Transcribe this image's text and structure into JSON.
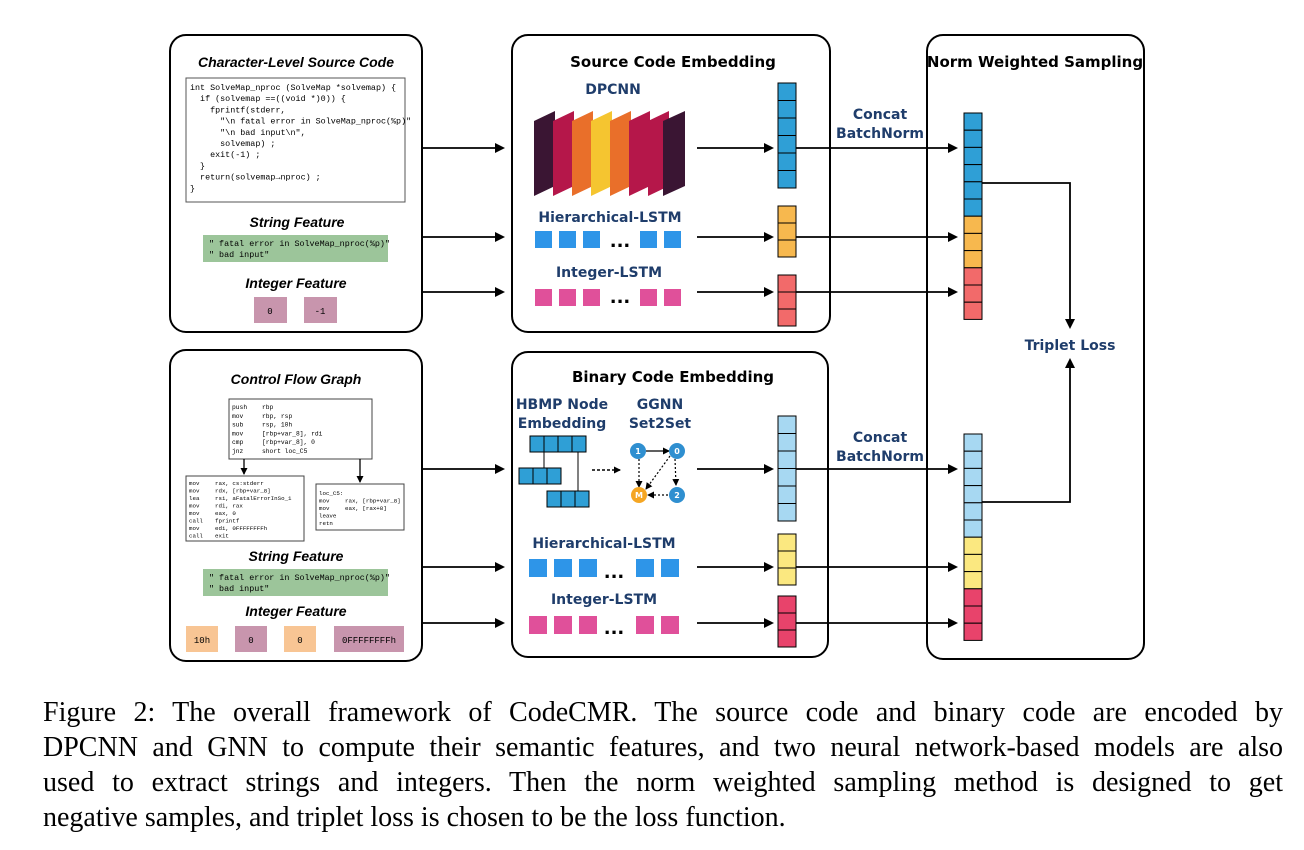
{
  "left_panels": {
    "source": {
      "title": "Character-Level Source Code",
      "code_lines": [
        "int SolveMap_nproc (SolveMap *solvemap) {",
        "  if (solvemap ==((void *)0)) {",
        "    fprintf(stderr,",
        "      \"\\n fatal error in SolveMap_nproc(%p)\"",
        "      \"\\n bad input\\n\",",
        "      solvemap) ;",
        "    exit(-1) ;",
        "  }",
        "  return(solvemap→nproc) ;",
        "}"
      ],
      "string_title": "String Feature",
      "string_lines": [
        "\" fatal error in SolveMap_nproc(%p)\"",
        "\" bad input\""
      ],
      "integer_title": "Integer Feature",
      "integers": [
        "0",
        "-1"
      ]
    },
    "binary": {
      "title": "Control Flow Graph",
      "cfg_top": [
        [
          "push",
          "rbp"
        ],
        [
          "mov",
          "rbp, rsp"
        ],
        [
          "sub",
          "rsp, 10h"
        ],
        [
          "mov",
          "[rbp+var_8], rdi"
        ],
        [
          "cmp",
          "[rbp+var_8], 0"
        ],
        [
          "jnz",
          "short loc_C5"
        ]
      ],
      "cfg_left": [
        [
          "mov",
          "rax, cs:stderr"
        ],
        [
          "mov",
          "rdx, [rbp+var_8]"
        ],
        [
          "lea",
          "rsi, aFatalErrorInSo_1"
        ],
        [
          "mov",
          "rdi, rax"
        ],
        [
          "mov",
          "eax, 0"
        ],
        [
          "call",
          "fprintf"
        ],
        [
          "mov",
          "edi, 0FFFFFFFFh"
        ],
        [
          "call",
          "exit"
        ]
      ],
      "cfg_right": [
        [
          "loc_C5:",
          ""
        ],
        [
          "mov",
          "rax, [rbp+var_8]"
        ],
        [
          "mov",
          "eax, [rax+8]"
        ],
        [
          "leave",
          ""
        ],
        [
          "retn",
          ""
        ]
      ],
      "string_title": "String Feature",
      "string_lines": [
        "\" fatal error in SolveMap_nproc(%p)\"",
        "\" bad input\""
      ],
      "integer_title": "Integer Feature",
      "integers": [
        "10h",
        "0",
        "0",
        "0FFFFFFFFh"
      ]
    }
  },
  "source_embedding": {
    "title": "Source Code Embedding",
    "dpcnn_label": "DPCNN",
    "hier_lstm_label": "Hierarchical-LSTM",
    "int_lstm_label": "Integer-LSTM",
    "ellipsis": "..."
  },
  "binary_embedding": {
    "title": "Binary Code Embedding",
    "hbmp_label_1": "HBMP Node",
    "hbmp_label_2": "Embedding",
    "ggnn_label_1": "GGNN",
    "ggnn_label_2": "Set2Set",
    "graph_nodes": [
      "1",
      "0",
      "M",
      "2"
    ],
    "hier_lstm_label": "Hierarchical-LSTM",
    "int_lstm_label": "Integer-LSTM",
    "ellipsis": "..."
  },
  "concat_label_1": "Concat",
  "concat_label_2": "BatchNorm",
  "sampling": {
    "title": "Norm Weighted Sampling",
    "loss_label": "Triplet Loss"
  },
  "caption_lines": [
    "Figure 2: The overall framework of CodeCMR. The source code and binary code are encoded by",
    "DPCNN and GNN to compute their semantic features, and two neural network-based models are also",
    "used to extract strings and integers. Then the norm weighted sampling method is designed to get",
    "negative samples, and triplet loss is chosen to be the loss function."
  ],
  "colors": {
    "blue_dark": "#2f9fd6",
    "blue_light": "#a7d8f2",
    "orange": "#f7b84e",
    "yellow": "#fbe880",
    "red": "#f26a6a",
    "pink_red": "#e8436b",
    "square_blue": "#2e95e8",
    "square_pink": "#e0509a",
    "string_green": "#9cc59a",
    "int_mauve": "#c895ad",
    "int_orange": "#f8c594",
    "label_navy": "#1f3d6b"
  }
}
